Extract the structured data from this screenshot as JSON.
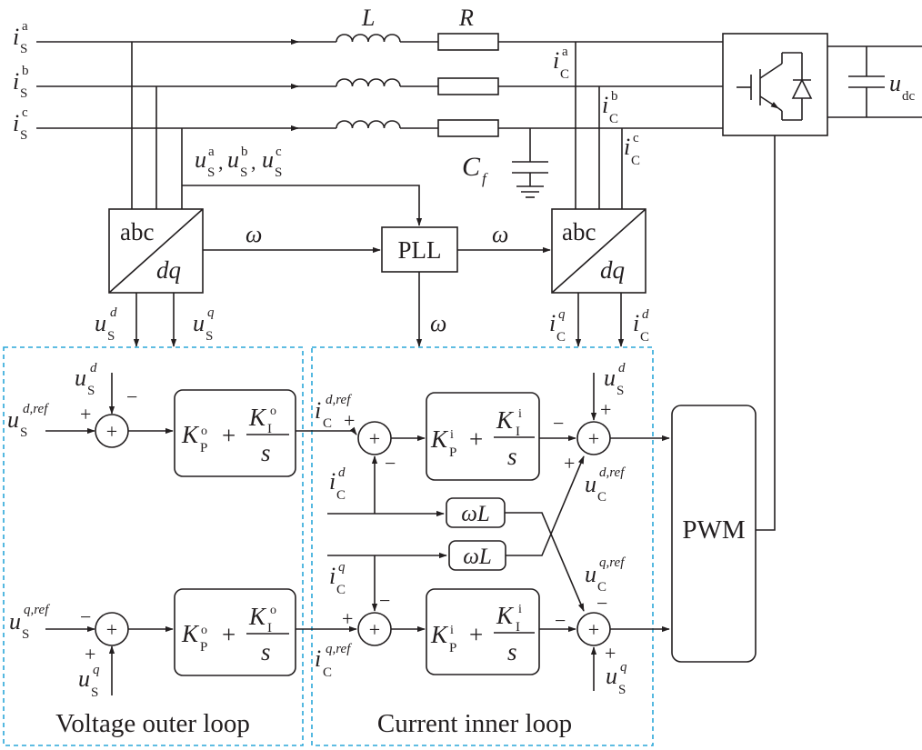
{
  "colors": {
    "line": "#231f20",
    "loop_border": "#2aa7d8"
  },
  "grid": {
    "isa": "i",
    "isa_sub": "S",
    "isa_sup": "a",
    "isb": "i",
    "isb_sub": "S",
    "isb_sup": "b",
    "isc": "i",
    "isc_sub": "S",
    "isc_sup": "c",
    "L": "L",
    "R": "R",
    "ica": "i",
    "ica_sub": "C",
    "ica_sup": "a",
    "icb": "i",
    "icb_sub": "C",
    "icb_sup": "b",
    "icc": "i",
    "icc_sub": "C",
    "icc_sup": "c",
    "us_abc_u": "u",
    "us_abc_sub": "S",
    "us_abc_a": "a",
    "us_abc_b": "b",
    "us_abc_c": "c",
    "us_abc_comma": ",",
    "cf": "C",
    "cf_sub": "f",
    "udc": "u",
    "udc_sub": "dc"
  },
  "blocks": {
    "abc": "abc",
    "dq": "dq",
    "pll": "PLL",
    "pwm": "PWM",
    "omega": "ω",
    "omegaL": "ωL",
    "kp": "K",
    "p_sub": "P",
    "ki": "K",
    "i_sub": "I",
    "s": "s",
    "outer_sup": "o",
    "inner_sup": "i",
    "plus": "+",
    "minus": "−"
  },
  "signals": {
    "u": "u",
    "i": "i",
    "S": "S",
    "C": "C",
    "d": "d",
    "q": "q",
    "d_ref": "d,ref",
    "q_ref": "q,ref"
  },
  "loops": {
    "outer": "Voltage outer loop",
    "inner": "Current inner loop"
  }
}
